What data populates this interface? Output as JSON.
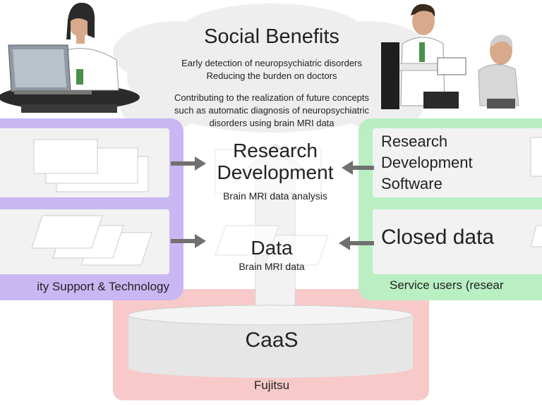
{
  "social": {
    "title": "Social Benefits",
    "line1": "Early detection of neuropsychiatric disorders",
    "line2": "Reducing the burden on doctors",
    "line3": "Contributing to the realization of future concepts",
    "line4": "such as automatic diagnosis of neuropsychiatric",
    "line5": "disorders using brain MRI data"
  },
  "center": {
    "rd_title_line1": "Research",
    "rd_title_line2": "Development",
    "rd_sub": "Brain MRI data analysis",
    "data_title": "Data",
    "data_sub": "Brain MRI data"
  },
  "left_box": {
    "label": "ity Support & Technology"
  },
  "right_box": {
    "rds_line1": "Research",
    "rds_line2": "Development",
    "rds_line3": "Software",
    "closed": "Closed data",
    "label": "Service users (resear"
  },
  "platform": {
    "caas": "CaaS",
    "fujitsu": "Fujitsu"
  },
  "colors": {
    "left_box": "#c9b7f3",
    "right_box": "#b9efc3",
    "bottom_box": "#f7c9c9",
    "panel": "#f2f2f2",
    "arrow": "#707070",
    "cloud": "#eeeeee"
  },
  "icons": [
    "doctor-at-computer-icon",
    "doctor-with-patient-icon",
    "document-stack-icon",
    "data-sheets-icon"
  ]
}
